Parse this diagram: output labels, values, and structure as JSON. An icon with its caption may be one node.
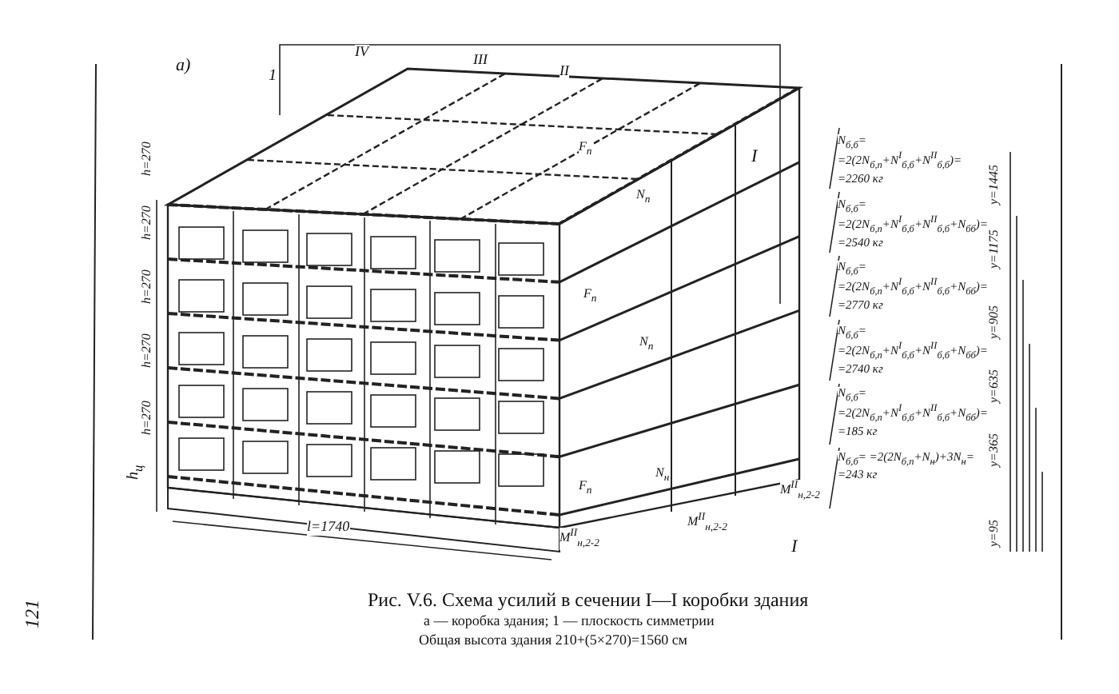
{
  "diagram": {
    "caption": "Рис. V.6. Схема усилий в сечении I—I коробки здания",
    "labels": [
      "а)",
      "1",
      "IV",
      "III",
      "II",
      "I",
      "h=270",
      "h=270",
      "h=270",
      "h=270",
      "h=270",
      "h$_{ц}$",
      "l=1740",
      "N$_{б,б}$= =2(2N$_{б,п}$+N$^{I}$$_{б,б}$+N$^{II}$$_{б,б}$)= =2260 кг",
      "N$_{б,б}$= =2(2N$_{б,п}$+N$^{I}$$_{б,б}$+N$^{II}$$_{б,б}$+N$_{бб}$)= =2540 кг",
      "N$_{б,б}$= =2(2N$_{б,п}$+N$^{I}$$_{б,б}$+N$^{II}$$_{б,б}$+N$_{бб}$)= =2770 кг",
      "N$_{б,б}$= =2(2N$_{б,п}$+N$^{I}$$_{б,б}$+N$^{II}$$_{б,б}$+N$_{бб}$)= =2740 кг",
      "N$_{б,б}$= =2(2N$_{б,п}$+N$^{I}$$_{б,б}$+N$^{II}$$_{б,б}$+N$_{бб}$)= =185 кг",
      "N$_{б,б}$= =2(2N$_{б,п}$+N$_{н}$)+3N$_{н}$= =243 кг",
      "y=1445",
      "y=1175",
      "y=905",
      "y=635",
      "y=365",
      "y=95",
      "F$_{п}$",
      "N$_{п}$",
      "F$_{п}$",
      "N$_{п}$",
      "F$_{п}$",
      "N$_{н}$",
      "M$^{II}$$_{н,2-2}$",
      "M$^{II}$$_{н,2-2}$",
      "M$^{II}$$_{н,2-2}$",
      "I",
      "а — коробка здания; 1 — плоскость симметрии",
      "Общая высота здания 210+(5×270)=1560 см",
      "121"
    ]
  }
}
